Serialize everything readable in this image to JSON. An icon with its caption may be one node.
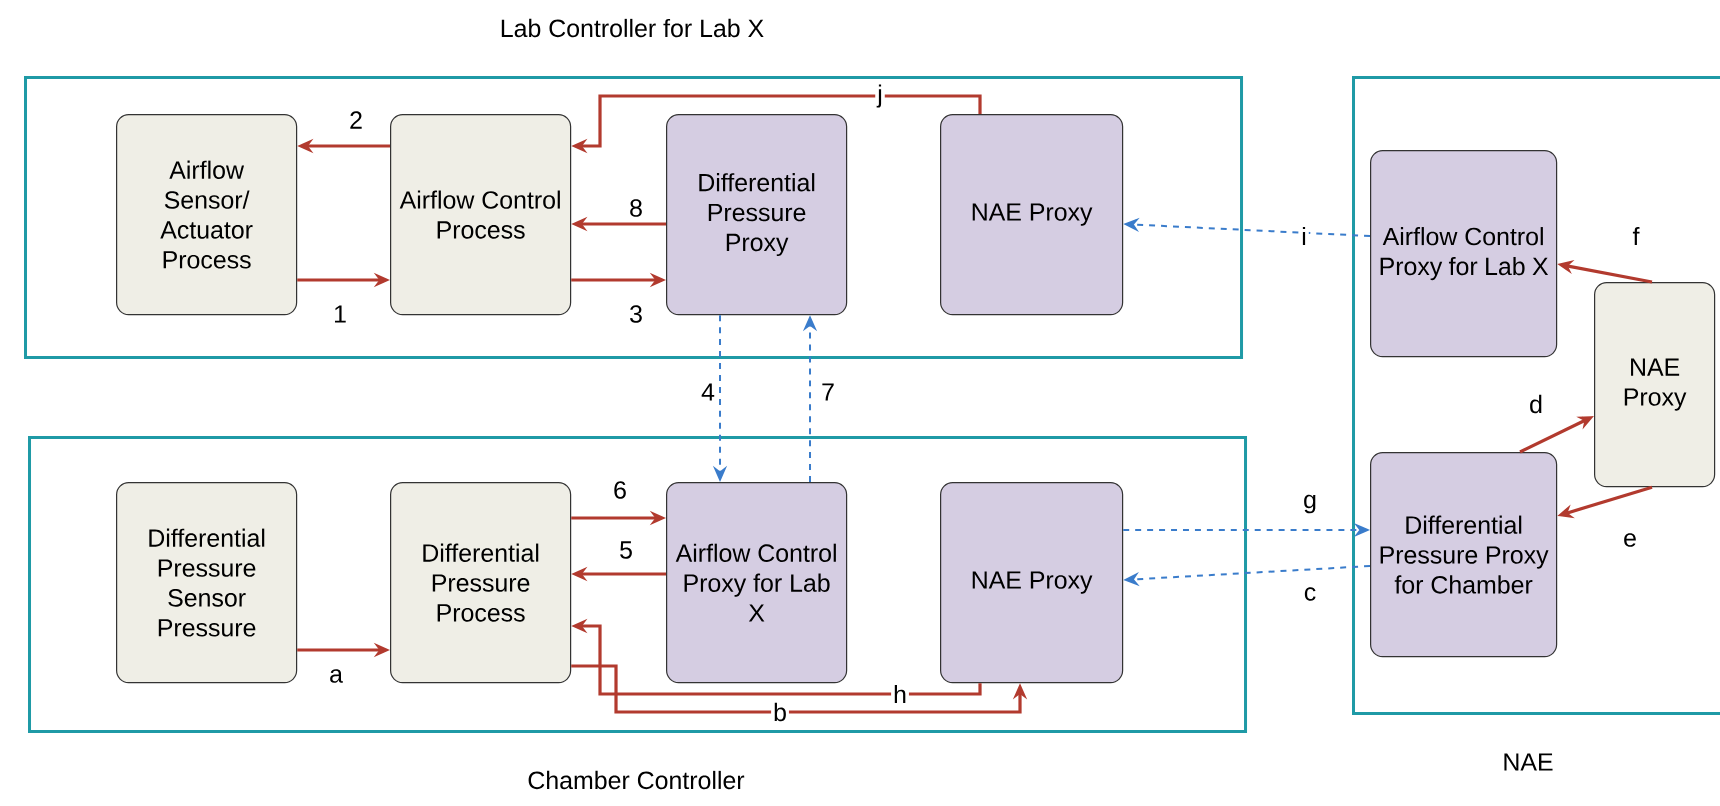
{
  "diagram": {
    "nodes": [
      {
        "text": [
          "Lab Controller for Lab X"
        ]
      },
      {
        "text": [
          "Airflow Sensor/ Actuator Process"
        ],
        "in": 0
      },
      {
        "text": [
          "Airflow Control Process"
        ],
        "in": 0
      },
      {
        "text": [
          "Differential Pressure Proxy"
        ],
        "in": 0
      },
      {
        "text": [
          "NAE Proxy"
        ],
        "in": 0
      },
      {
        "text": [
          "Chamber Controller"
        ]
      },
      {
        "text": [
          "Differential Pressure Sensor Pressure"
        ],
        "in": 5
      },
      {
        "text": [
          "Differential Pressure Process"
        ],
        "in": 5
      },
      {
        "text": [
          "Airflow Control Proxy for Lab X"
        ],
        "in": 5
      },
      {
        "text": [
          "NAE Proxy"
        ],
        "in": 5
      },
      {
        "text": [
          "NAE"
        ]
      },
      {
        "text": [
          "Airflow Control Proxy for Lab X"
        ],
        "in": 10
      },
      {
        "text": [
          "NAE Proxy"
        ],
        "in": 10
      },
      {
        "text": [
          "Differential Pressure Proxy for Chamber"
        ],
        "in": 10
      }
    ],
    "edges": [
      {
        "from": 2,
        "to": 1,
        "arrow": "to",
        "label": "2"
      },
      {
        "from": 1,
        "to": 2,
        "arrow": "to",
        "label": "1"
      },
      {
        "from": 4,
        "to": 2,
        "arrow": "to",
        "label": "j"
      },
      {
        "from": 3,
        "to": 2,
        "arrow": "to",
        "label": "8"
      },
      {
        "from": 2,
        "to": 3,
        "arrow": "to",
        "label": "3"
      },
      {
        "from": 3,
        "to": 8,
        "arrow": "to",
        "label": "4",
        "style": "dashed",
        "color": "#3a7ccb"
      },
      {
        "from": 8,
        "to": 3,
        "arrow": "to",
        "label": "7",
        "style": "dashed",
        "color": "#3a7ccb"
      },
      {
        "from": 6,
        "to": 7,
        "arrow": "to",
        "label": "a"
      },
      {
        "from": 7,
        "to": 8,
        "arrow": "to",
        "label": "6"
      },
      {
        "from": 8,
        "to": 7,
        "arrow": "to",
        "label": "5"
      },
      {
        "from": 9,
        "to": 7,
        "arrow": "to",
        "label": "h"
      },
      {
        "from": 7,
        "to": 9,
        "arrow": "to",
        "label": "b"
      },
      {
        "from": 11,
        "to": 4,
        "arrow": "to",
        "label": "i",
        "style": "dashed",
        "color": "#3a7ccb"
      },
      {
        "from": 9,
        "to": 13,
        "arrow": "to",
        "label": "g",
        "style": "dashed",
        "color": "#3a7ccb"
      },
      {
        "from": 13,
        "to": 9,
        "arrow": "to",
        "label": "c",
        "style": "dashed",
        "color": "#3a7ccb"
      },
      {
        "from": 13,
        "to": 12,
        "arrow": "to",
        "label": "d"
      },
      {
        "from": 12,
        "to": 11,
        "arrow": "to",
        "label": "f"
      },
      {
        "from": 12,
        "to": 13,
        "arrow": "to",
        "label": "e"
      }
    ]
  }
}
